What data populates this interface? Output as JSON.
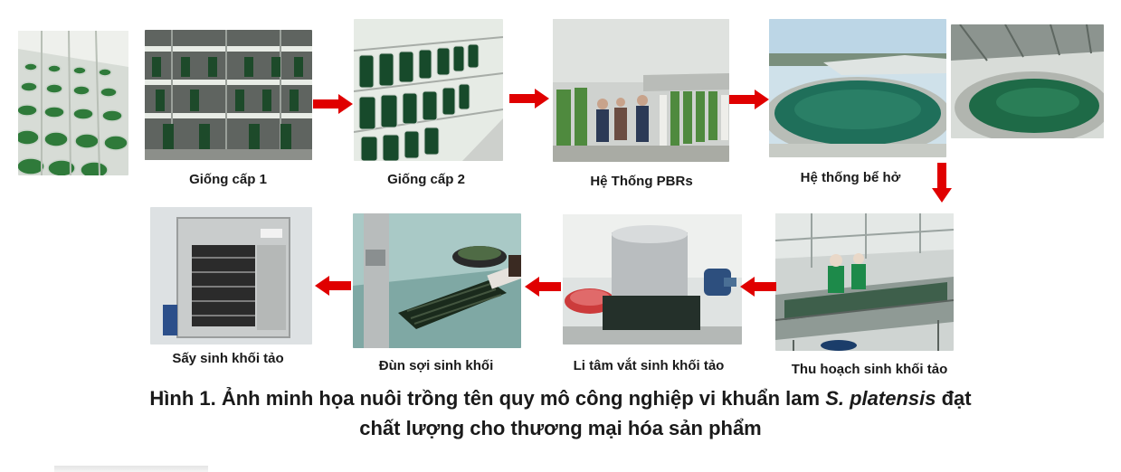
{
  "steps": [
    {
      "label": "Giống cấp 1"
    },
    {
      "label": "Giống cấp 2"
    },
    {
      "label": "Hệ Thống PBRs"
    },
    {
      "label": "Hệ thống bể hở"
    },
    {
      "label": "Thu hoạch sinh khối tảo"
    },
    {
      "label": "Li tâm vắt sinh khối tảo"
    },
    {
      "label": "Đùn sợi sinh khối"
    },
    {
      "label": "Sấy sinh khối tảo"
    }
  ],
  "caption": {
    "prefix": "Hình 1. Ảnh minh họa nuôi trồng tên quy mô công nghiệp vi khuẩn lam ",
    "species": "S. platensis",
    "suffix": " đạt",
    "line2": "chất lượng cho thương mại hóa sản phẩm"
  },
  "colors": {
    "arrow": "#e00000",
    "algae": "#1e5e2c",
    "water": "#1f6f5a"
  }
}
